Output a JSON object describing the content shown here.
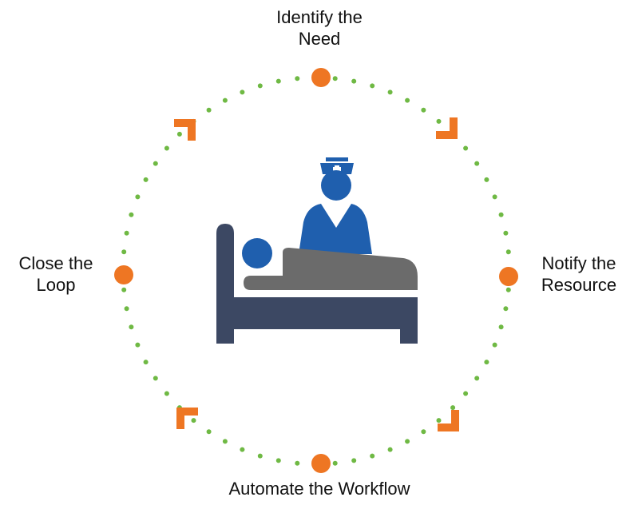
{
  "steps": {
    "top": {
      "line1": "Identify the",
      "line2": "Need"
    },
    "right": {
      "line1": "Notify the",
      "line2": "Resource"
    },
    "bottom": {
      "line1": "Automate the Workflow"
    },
    "left": {
      "line1": "Close the",
      "line2": "Loop"
    }
  },
  "colors": {
    "dots": "#6fb944",
    "nodes": "#ee7623",
    "arrows": "#ee7623",
    "nurse": "#1f5fae",
    "patient_head": "#1f5fae",
    "blanket": "#6b6b6b",
    "bed": "#3c4863"
  },
  "icons": {
    "center": "nurse-at-bedside-icon",
    "cycle_arrows": "chevron-arrow-icon"
  }
}
